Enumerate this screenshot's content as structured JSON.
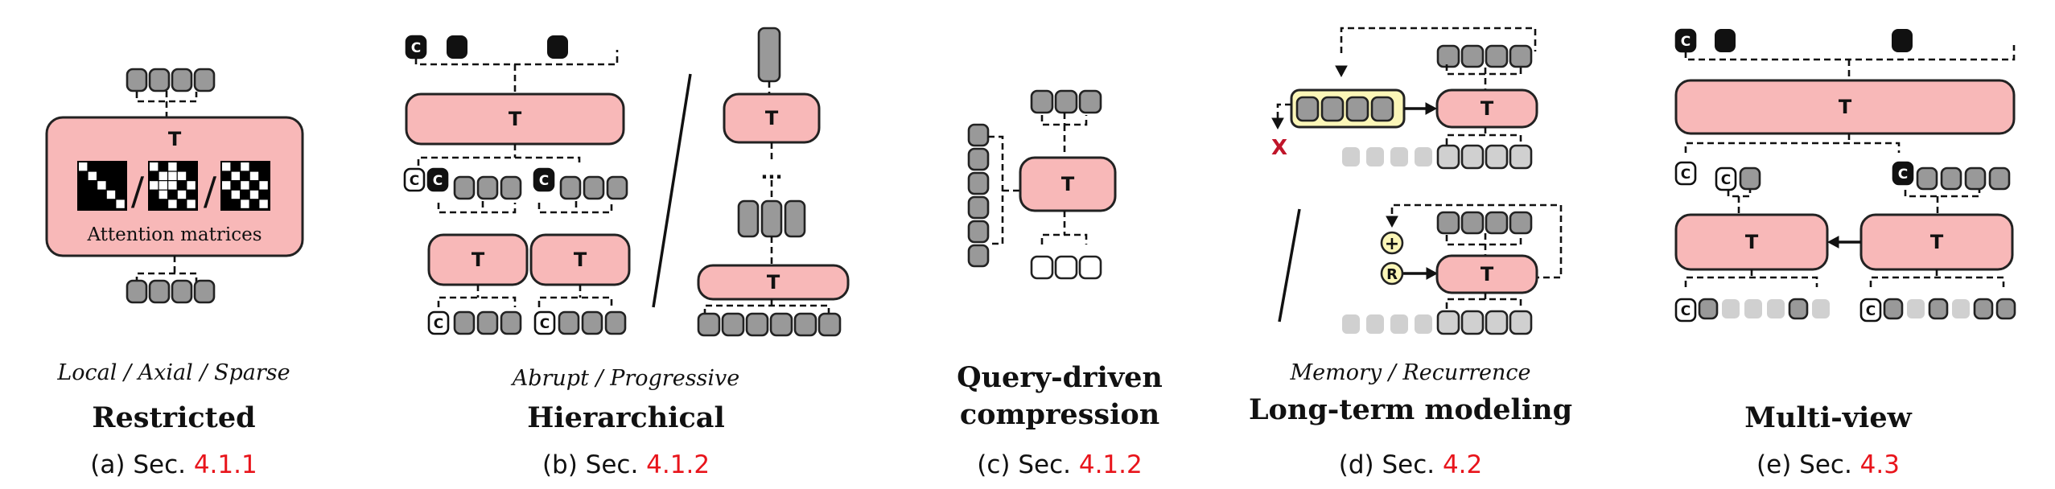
{
  "panels": [
    {
      "id": "a",
      "subtitle": "Local / Axial / Sparse",
      "title": "Restricted",
      "label": "(a) Sec.",
      "ref": "4.1.1"
    },
    {
      "id": "b",
      "subtitle": "Abrupt / Progressive",
      "title": "Hierarchical",
      "label": "(b) Sec.",
      "ref": "4.1.2"
    },
    {
      "id": "c",
      "subtitle": "",
      "title_line1": "Query-driven",
      "title_line2": "compression",
      "label": "(c) Sec.",
      "ref": "4.1.2"
    },
    {
      "id": "d",
      "subtitle": "Memory / Recurrence",
      "title": "Long-term modeling",
      "label": "(d) Sec.",
      "ref": "4.2"
    },
    {
      "id": "e",
      "subtitle": "",
      "title": "Multi-view",
      "label": "(e) Sec.",
      "ref": "4.3"
    }
  ],
  "diagram_text": {
    "transformer": "T",
    "attention": "Attention matrices",
    "slash": "/",
    "ellipsis": "...",
    "cls": "C",
    "reset": "R",
    "plus": "+",
    "drop": "X"
  },
  "colors": {
    "block_fill": "#f8b8b8",
    "token_fill": "#999999",
    "token_light": "#d0d0d0",
    "memory_fill": "#fbf6b8",
    "drop_red": "#c0152a",
    "ref_red": "#e8141b"
  }
}
